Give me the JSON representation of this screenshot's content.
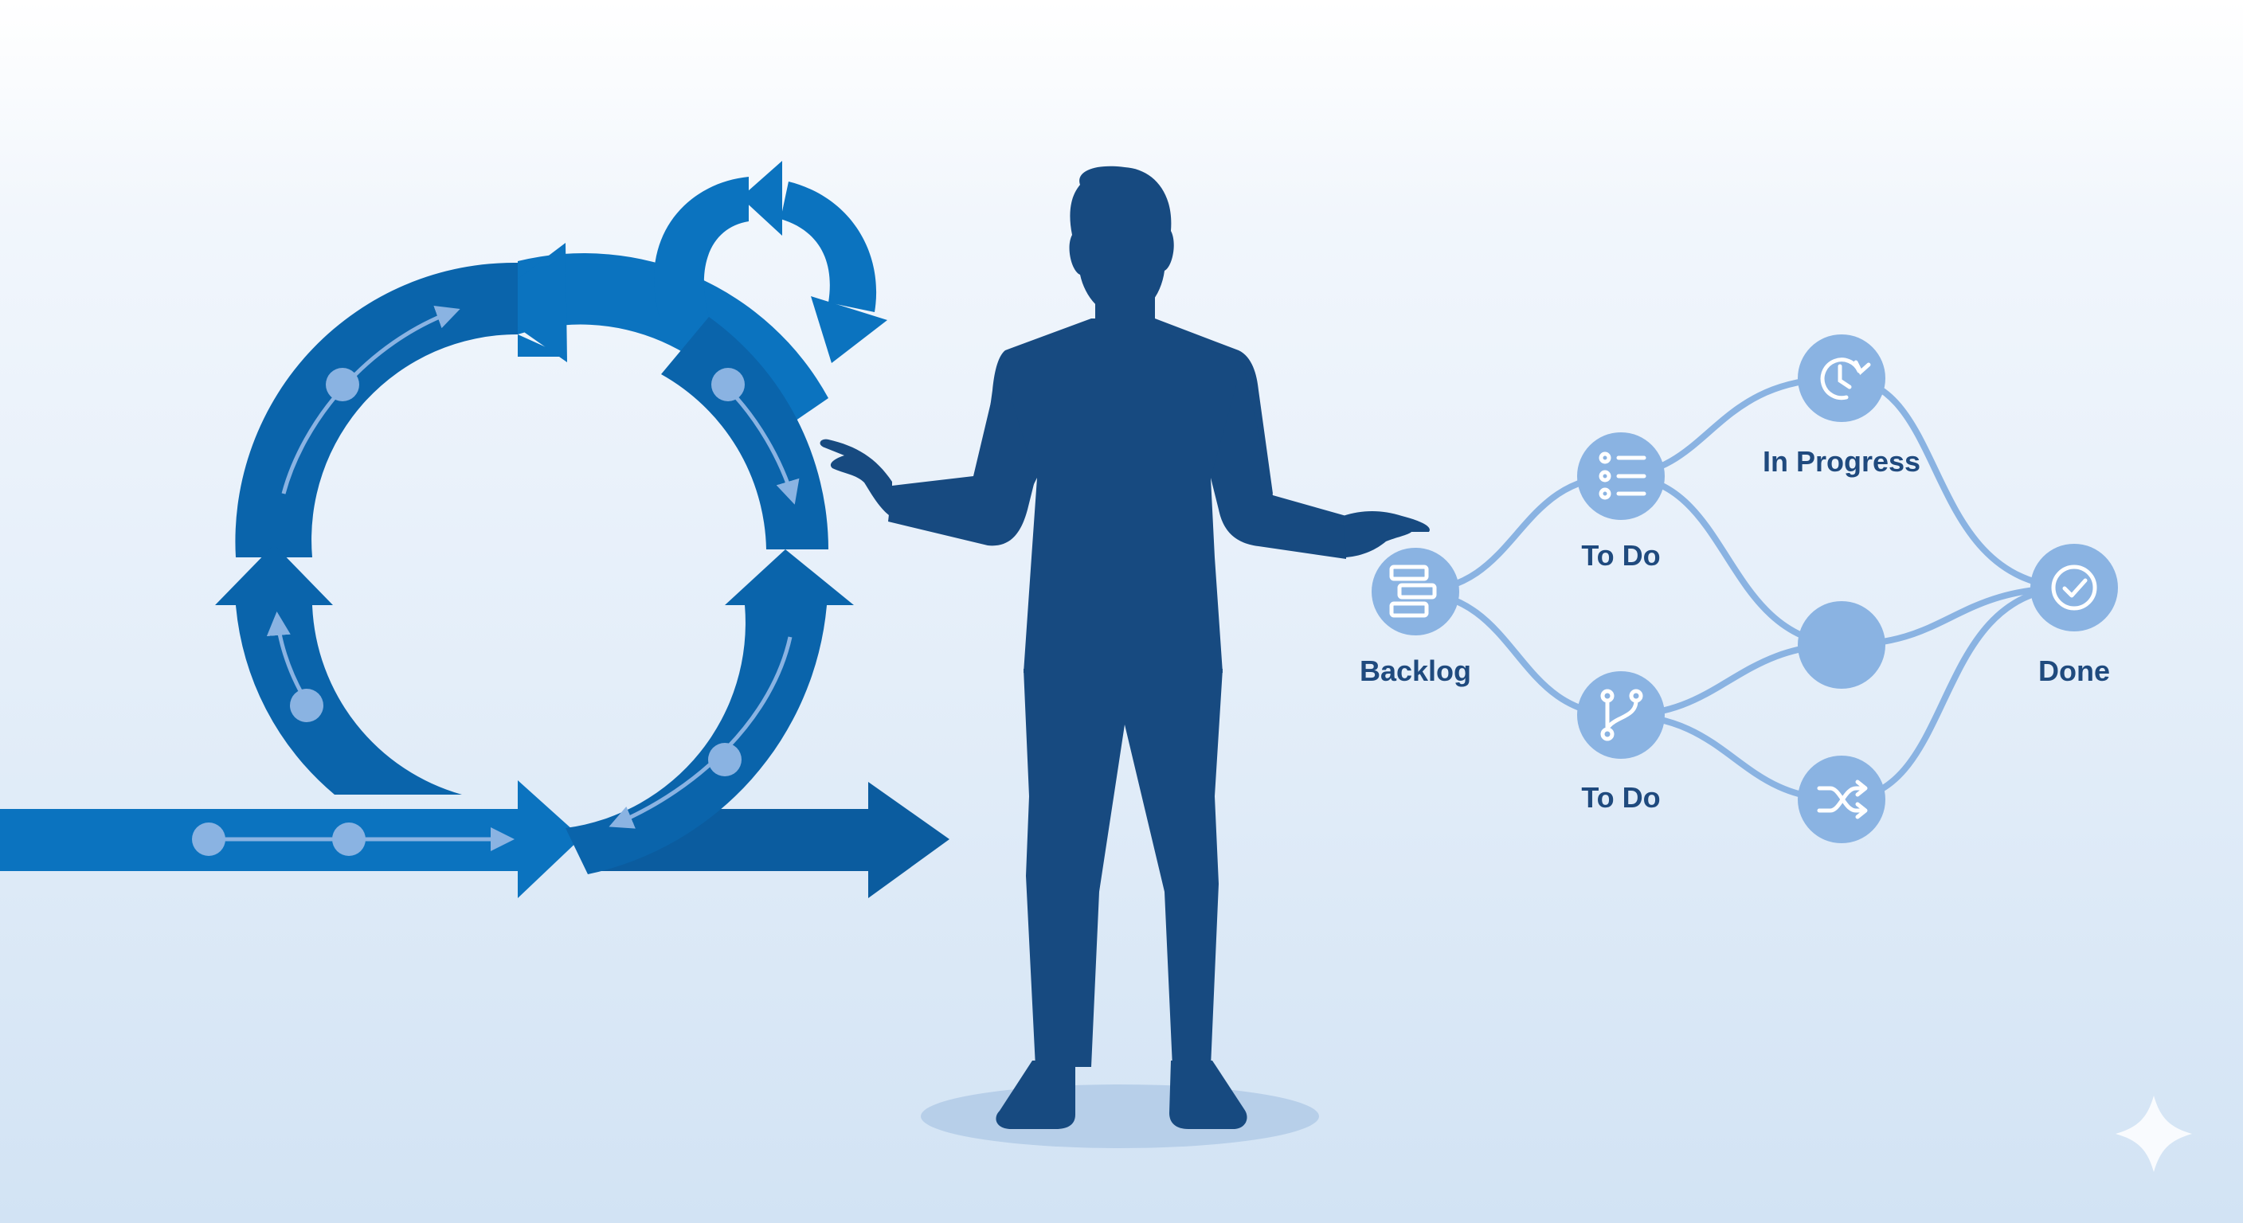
{
  "colors": {
    "arrow_light": "#0b73bf",
    "arrow_mid": "#0a64ab",
    "arrow_dark": "#0b5c9f",
    "person": "#174a80",
    "node": "#8ab3e2",
    "connector": "#8ab3e2",
    "node_icon": "#ffffff",
    "label": "#1f4a7e",
    "shadow": "#b7cfe9",
    "sparkle": "#ffffff"
  },
  "workflow": {
    "nodes": [
      {
        "id": "backlog",
        "label": "Backlog",
        "icon": "stack-icon"
      },
      {
        "id": "todo-upper",
        "label": "To Do",
        "icon": "list-icon"
      },
      {
        "id": "todo-lower",
        "label": "To Do",
        "icon": "branch-icon"
      },
      {
        "id": "in-progress",
        "label": "In Progress",
        "icon": "clock-refresh-icon"
      },
      {
        "id": "middle",
        "label": "",
        "icon": ""
      },
      {
        "id": "shuffle",
        "label": "",
        "icon": "shuffle-icon"
      },
      {
        "id": "done",
        "label": "Done",
        "icon": "check-circle-icon"
      }
    ]
  }
}
